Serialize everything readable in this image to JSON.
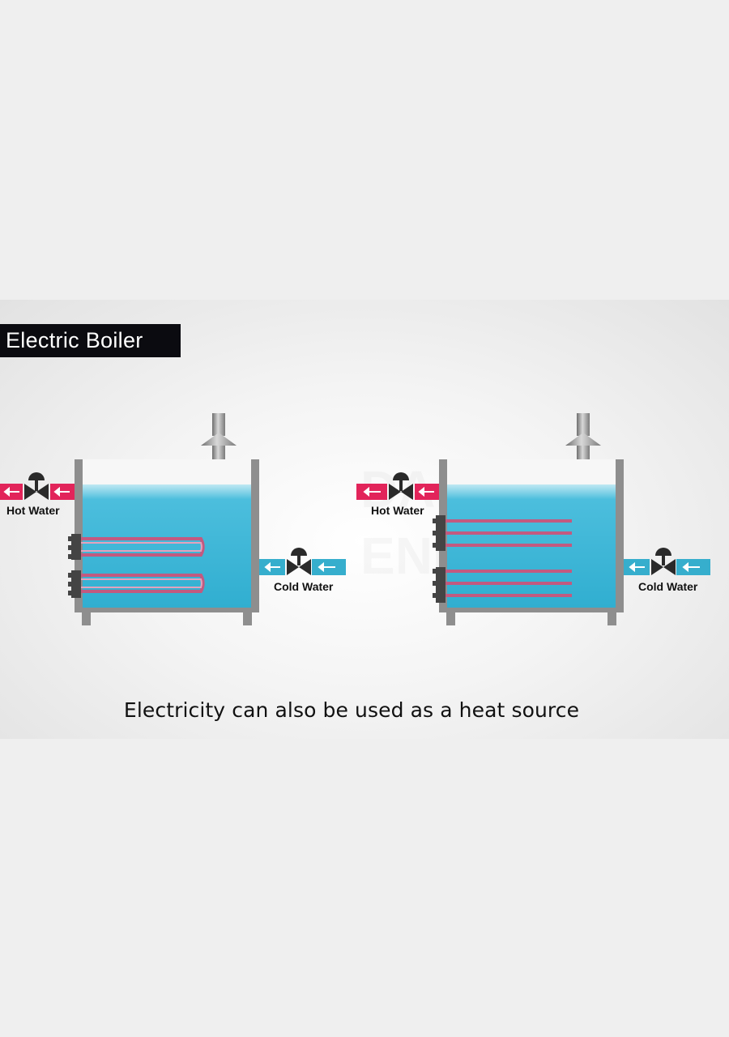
{
  "title": "Electric Boiler",
  "caption": "Electricity can also be used as a heat source",
  "watermark": {
    "line1": "DABONNE",
    "line2": "ENERGY"
  },
  "labels": {
    "hot_water": "Hot Water",
    "cold_water": "Cold Water"
  },
  "colors": {
    "water": "#35b2d4",
    "hot_pipe": "#e2245a",
    "cold_pipe": "#36aecd",
    "heater_element": "#c25a80",
    "tank_wall": "#8e8e8e"
  },
  "icons": [
    "arrow-left-icon",
    "valve-icon",
    "chimney-icon"
  ]
}
